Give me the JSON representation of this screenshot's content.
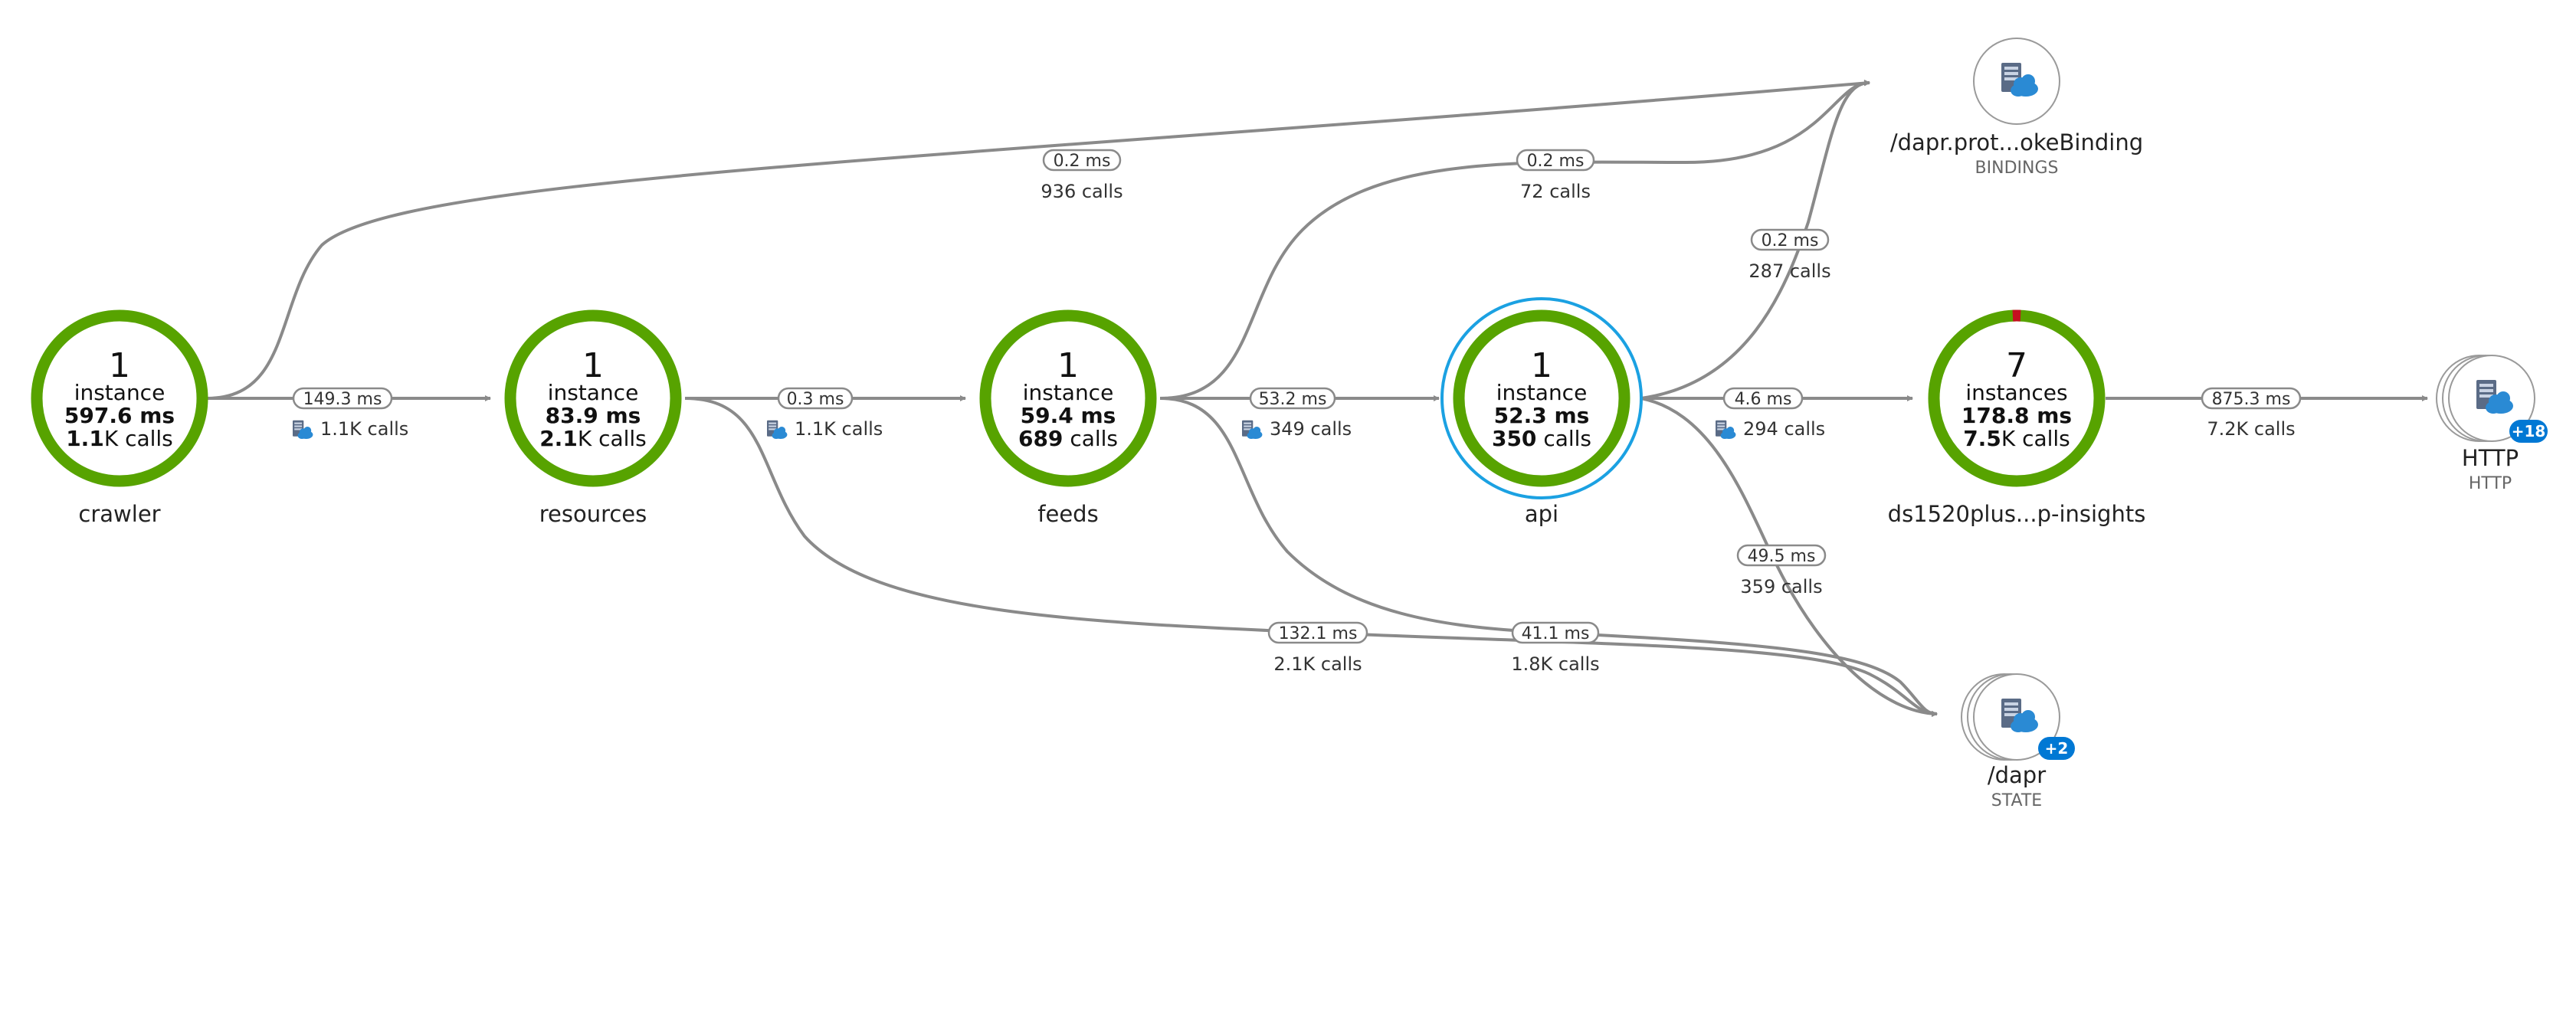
{
  "colors": {
    "edge": "#8a8a8a",
    "node_ring_ok": "#57a300",
    "node_error": "#c50f1f",
    "selected_ring": "#1ba1e2",
    "badge": "#0078d4",
    "icon_server": "#5a6b86",
    "icon_cloud": "#2a8ad4"
  },
  "nodes": [
    {
      "id": "crawler",
      "count": "1",
      "unit": "instance",
      "duration": "597.6 ms",
      "calls_bold": "1.1",
      "calls_rest": "K calls",
      "name": "crawler",
      "selected": false
    },
    {
      "id": "resources",
      "count": "1",
      "unit": "instance",
      "duration": "83.9 ms",
      "calls_bold": "2.1",
      "calls_rest": "K calls",
      "name": "resources",
      "selected": false
    },
    {
      "id": "feeds",
      "count": "1",
      "unit": "instance",
      "duration": "59.4 ms",
      "calls_bold": "689",
      "calls_rest": " calls",
      "name": "feeds",
      "selected": false
    },
    {
      "id": "api",
      "count": "1",
      "unit": "instance",
      "duration": "52.3 ms",
      "calls_bold": "350",
      "calls_rest": " calls",
      "name": "api",
      "selected": true
    },
    {
      "id": "ds1520",
      "count": "7",
      "unit": "instances",
      "duration": "178.8 ms",
      "calls_bold": "7.5",
      "calls_rest": "K calls",
      "name": "ds1520plus...p-insights",
      "selected": false,
      "error_fraction": 0.015
    }
  ],
  "dependencies": [
    {
      "id": "bindings",
      "name": "/dapr.prot...okeBinding",
      "type": "BINDINGS",
      "stack": 1,
      "badge": ""
    },
    {
      "id": "http",
      "name": "HTTP",
      "type": "HTTP",
      "stack": 3,
      "badge": "+18"
    },
    {
      "id": "state",
      "name": "/dapr",
      "type": "STATE",
      "stack": 3,
      "badge": "+2"
    }
  ],
  "edges": [
    {
      "id": "crawler-resources",
      "duration": "149.3 ms",
      "calls": "1.1K calls",
      "icon": true
    },
    {
      "id": "resources-feeds",
      "duration": "0.3 ms",
      "calls": "1.1K calls",
      "icon": true
    },
    {
      "id": "feeds-api",
      "duration": "53.2 ms",
      "calls": "349 calls",
      "icon": true
    },
    {
      "id": "api-ds1520",
      "duration": "4.6 ms",
      "calls": "294 calls",
      "icon": true
    },
    {
      "id": "ds1520-http",
      "duration": "875.3 ms",
      "calls": "7.2K calls",
      "icon": false
    },
    {
      "id": "crawler-bindings",
      "duration": "0.2 ms",
      "calls": "936 calls",
      "icon": false
    },
    {
      "id": "feeds-bindings",
      "duration": "0.2 ms",
      "calls": "72 calls",
      "icon": false
    },
    {
      "id": "api-bindings",
      "duration": "0.2 ms",
      "calls": "287 calls",
      "icon": false
    },
    {
      "id": "api-state",
      "duration": "49.5 ms",
      "calls": "359 calls",
      "icon": false
    },
    {
      "id": "resources-state",
      "duration": "132.1 ms",
      "calls": "2.1K calls",
      "icon": false
    },
    {
      "id": "feeds-state",
      "duration": "41.1 ms",
      "calls": "1.8K calls",
      "icon": false
    }
  ]
}
